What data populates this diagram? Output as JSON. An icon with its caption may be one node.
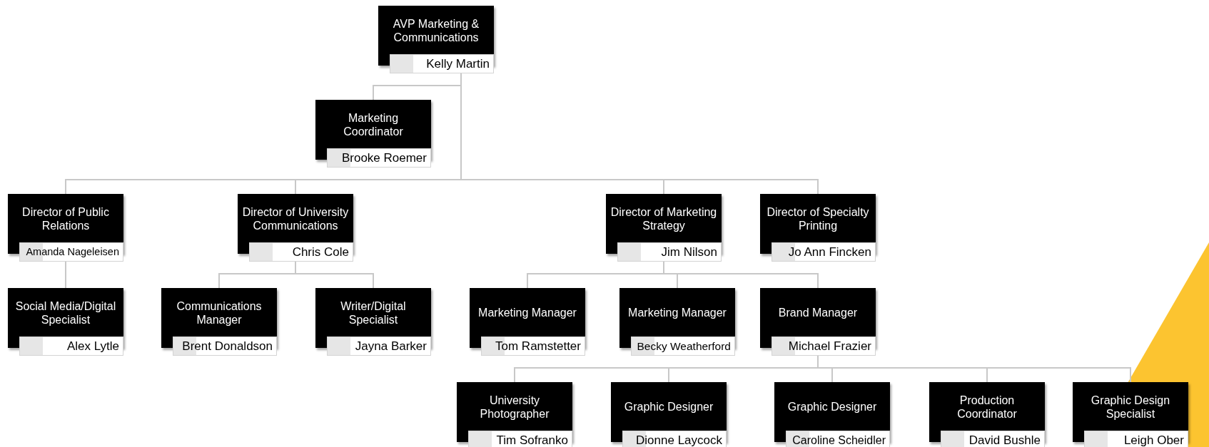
{
  "diagram": {
    "nodes": [
      {
        "text": [
          "AVP Marketing & Communications",
          "Kelly Martin"
        ]
      },
      {
        "text": [
          "Marketing Coordinator",
          "Brooke Roemer"
        ]
      },
      {
        "text": [
          "Director of Public Relations",
          "Amanda Nageleisen"
        ]
      },
      {
        "text": [
          "Director of University Communications",
          "Chris Cole"
        ]
      },
      {
        "text": [
          "Director of Marketing Strategy",
          "Jim Nilson"
        ]
      },
      {
        "text": [
          "Director of Specialty Printing",
          "Jo Ann Fincken"
        ]
      },
      {
        "text": [
          "Social Media/Digital Specialist",
          "Alex Lytle"
        ]
      },
      {
        "text": [
          "Communications Manager",
          "Brent Donaldson"
        ]
      },
      {
        "text": [
          "Writer/Digital Specialist",
          "Jayna Barker"
        ]
      },
      {
        "text": [
          "Marketing Manager",
          "Tom Ramstetter"
        ]
      },
      {
        "text": [
          "Marketing Manager",
          "Becky Weatherford"
        ]
      },
      {
        "text": [
          "Brand Manager",
          "Michael Frazier"
        ]
      },
      {
        "text": [
          "University Photographer",
          "Tim Sofranko"
        ]
      },
      {
        "text": [
          "Graphic Designer",
          "Dionne Laycock"
        ]
      },
      {
        "text": [
          "Graphic Designer",
          "Caroline Scheidler"
        ]
      },
      {
        "text": [
          "Production Coordinator",
          "David Bushle"
        ]
      },
      {
        "text": [
          "Graphic Design Specialist",
          "Leigh Ober"
        ]
      }
    ],
    "edges": [
      {
        "from": 0,
        "to": 1,
        "arrow": "none"
      },
      {
        "from": 0,
        "to": 2,
        "arrow": "none"
      },
      {
        "from": 0,
        "to": 3,
        "arrow": "none"
      },
      {
        "from": 0,
        "to": 4,
        "arrow": "none"
      },
      {
        "from": 0,
        "to": 5,
        "arrow": "none"
      },
      {
        "from": 2,
        "to": 6,
        "arrow": "none"
      },
      {
        "from": 3,
        "to": 7,
        "arrow": "none"
      },
      {
        "from": 3,
        "to": 8,
        "arrow": "none"
      },
      {
        "from": 4,
        "to": 9,
        "arrow": "none"
      },
      {
        "from": 4,
        "to": 10,
        "arrow": "none"
      },
      {
        "from": 4,
        "to": 11,
        "arrow": "none"
      },
      {
        "from": 11,
        "to": 12,
        "arrow": "none"
      },
      {
        "from": 11,
        "to": 13,
        "arrow": "none"
      },
      {
        "from": 11,
        "to": 14,
        "arrow": "none"
      },
      {
        "from": 11,
        "to": 15,
        "arrow": "none"
      },
      {
        "from": 11,
        "to": 16,
        "arrow": "none"
      }
    ]
  }
}
